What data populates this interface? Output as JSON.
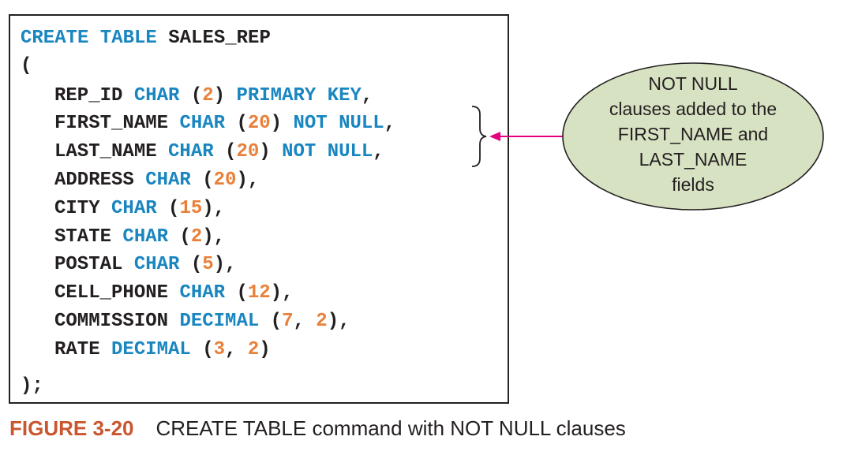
{
  "code": {
    "lines": [
      {
        "indent": 0,
        "tokens": [
          {
            "t": "kw",
            "s": "CREATE TABLE "
          },
          {
            "t": "plain",
            "s": "SALES_REP"
          }
        ]
      },
      {
        "indent": 0,
        "tokens": [
          {
            "t": "plain",
            "s": "("
          }
        ]
      },
      {
        "indent": 1,
        "tokens": [
          {
            "t": "plain",
            "s": "REP_ID "
          },
          {
            "t": "kw",
            "s": "CHAR "
          },
          {
            "t": "plain",
            "s": "("
          },
          {
            "t": "num",
            "s": "2"
          },
          {
            "t": "plain",
            "s": ") "
          },
          {
            "t": "kw",
            "s": "PRIMARY KEY"
          },
          {
            "t": "plain",
            "s": ","
          }
        ]
      },
      {
        "indent": 1,
        "tokens": [
          {
            "t": "plain",
            "s": "FIRST_NAME "
          },
          {
            "t": "kw",
            "s": "CHAR "
          },
          {
            "t": "plain",
            "s": "("
          },
          {
            "t": "num",
            "s": "20"
          },
          {
            "t": "plain",
            "s": ") "
          },
          {
            "t": "kw",
            "s": "NOT NULL"
          },
          {
            "t": "plain",
            "s": ","
          }
        ]
      },
      {
        "indent": 1,
        "tokens": [
          {
            "t": "plain",
            "s": "LAST_NAME "
          },
          {
            "t": "kw",
            "s": "CHAR "
          },
          {
            "t": "plain",
            "s": "("
          },
          {
            "t": "num",
            "s": "20"
          },
          {
            "t": "plain",
            "s": ") "
          },
          {
            "t": "kw",
            "s": "NOT NULL"
          },
          {
            "t": "plain",
            "s": ","
          }
        ]
      },
      {
        "indent": 1,
        "tokens": [
          {
            "t": "plain",
            "s": "ADDRESS "
          },
          {
            "t": "kw",
            "s": "CHAR "
          },
          {
            "t": "plain",
            "s": "("
          },
          {
            "t": "num",
            "s": "20"
          },
          {
            "t": "plain",
            "s": "),"
          }
        ]
      },
      {
        "indent": 1,
        "tokens": [
          {
            "t": "plain",
            "s": "CITY "
          },
          {
            "t": "kw",
            "s": "CHAR "
          },
          {
            "t": "plain",
            "s": "("
          },
          {
            "t": "num",
            "s": "15"
          },
          {
            "t": "plain",
            "s": "),"
          }
        ]
      },
      {
        "indent": 1,
        "tokens": [
          {
            "t": "plain",
            "s": "STATE "
          },
          {
            "t": "kw",
            "s": "CHAR "
          },
          {
            "t": "plain",
            "s": "("
          },
          {
            "t": "num",
            "s": "2"
          },
          {
            "t": "plain",
            "s": "),"
          }
        ]
      },
      {
        "indent": 1,
        "tokens": [
          {
            "t": "plain",
            "s": "POSTAL "
          },
          {
            "t": "kw",
            "s": "CHAR "
          },
          {
            "t": "plain",
            "s": "("
          },
          {
            "t": "num",
            "s": "5"
          },
          {
            "t": "plain",
            "s": "),"
          }
        ]
      },
      {
        "indent": 1,
        "tokens": [
          {
            "t": "plain",
            "s": "CELL_PHONE "
          },
          {
            "t": "kw",
            "s": "CHAR "
          },
          {
            "t": "plain",
            "s": "("
          },
          {
            "t": "num",
            "s": "12"
          },
          {
            "t": "plain",
            "s": "),"
          }
        ]
      },
      {
        "indent": 1,
        "tokens": [
          {
            "t": "plain",
            "s": "COMMISSION "
          },
          {
            "t": "kw",
            "s": "DECIMAL "
          },
          {
            "t": "plain",
            "s": "("
          },
          {
            "t": "num",
            "s": "7"
          },
          {
            "t": "plain",
            "s": ", "
          },
          {
            "t": "num",
            "s": "2"
          },
          {
            "t": "plain",
            "s": "),"
          }
        ]
      },
      {
        "indent": 1,
        "tokens": [
          {
            "t": "plain",
            "s": "RATE "
          },
          {
            "t": "kw",
            "s": "DECIMAL "
          },
          {
            "t": "plain",
            "s": "("
          },
          {
            "t": "num",
            "s": "3"
          },
          {
            "t": "plain",
            "s": ", "
          },
          {
            "t": "num",
            "s": "2"
          },
          {
            "t": "plain",
            "s": ")"
          }
        ]
      },
      {
        "indent": 0,
        "tokens": [
          {
            "t": "plain",
            "s": ");"
          }
        ]
      }
    ]
  },
  "callout": {
    "lines": [
      "NOT NULL",
      "clauses added to the",
      "FIRST_NAME and",
      "LAST_NAME",
      "fields"
    ]
  },
  "caption": {
    "figure": "FIGURE 3-20",
    "text": "CREATE TABLE command with NOT NULL clauses"
  },
  "colors": {
    "keyword": "#1a86c0",
    "number": "#e9803a",
    "text": "#231f20",
    "ellipse_fill": "#d7e2c2",
    "arrow": "#e5007e",
    "figure_label": "#c9562e"
  }
}
